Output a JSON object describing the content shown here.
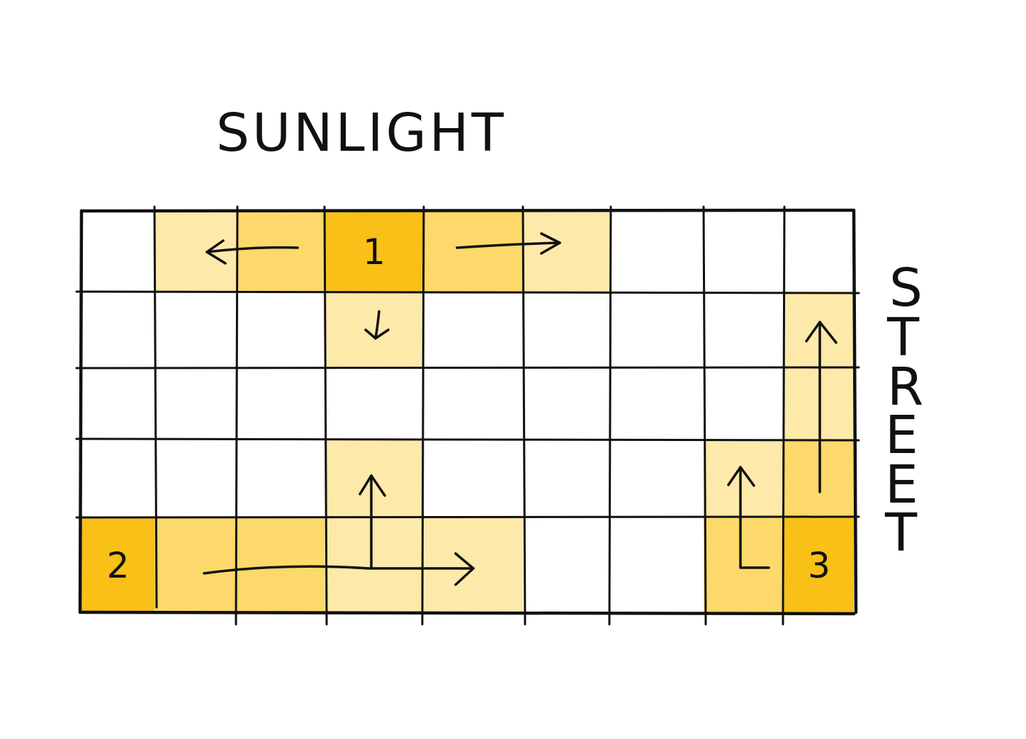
{
  "title": "SUNLIGHT",
  "side_label": "STREET",
  "side_letters": [
    "S",
    "T",
    "R",
    "E",
    "E",
    "T"
  ],
  "colors": {
    "background": "#ffffff",
    "ink": "#111111",
    "level_0": "#ffffff",
    "level_1": "#fde9a9",
    "level_2": "#fcd96a",
    "level_3": "#f9c018"
  },
  "grid": {
    "rows": 5,
    "cols": 9,
    "levels": [
      [
        0,
        1,
        2,
        3,
        2,
        1,
        0,
        0,
        0
      ],
      [
        0,
        0,
        0,
        1,
        0,
        0,
        0,
        0,
        1
      ],
      [
        0,
        0,
        0,
        0,
        0,
        0,
        0,
        0,
        1
      ],
      [
        0,
        0,
        0,
        1,
        0,
        0,
        0,
        1,
        2
      ],
      [
        3,
        2,
        2,
        1,
        1,
        0,
        0,
        2,
        3
      ]
    ]
  },
  "sources": [
    {
      "label": "1",
      "row": 0,
      "col": 3
    },
    {
      "label": "2",
      "row": 4,
      "col": 0
    },
    {
      "label": "3",
      "row": 4,
      "col": 8
    }
  ]
}
